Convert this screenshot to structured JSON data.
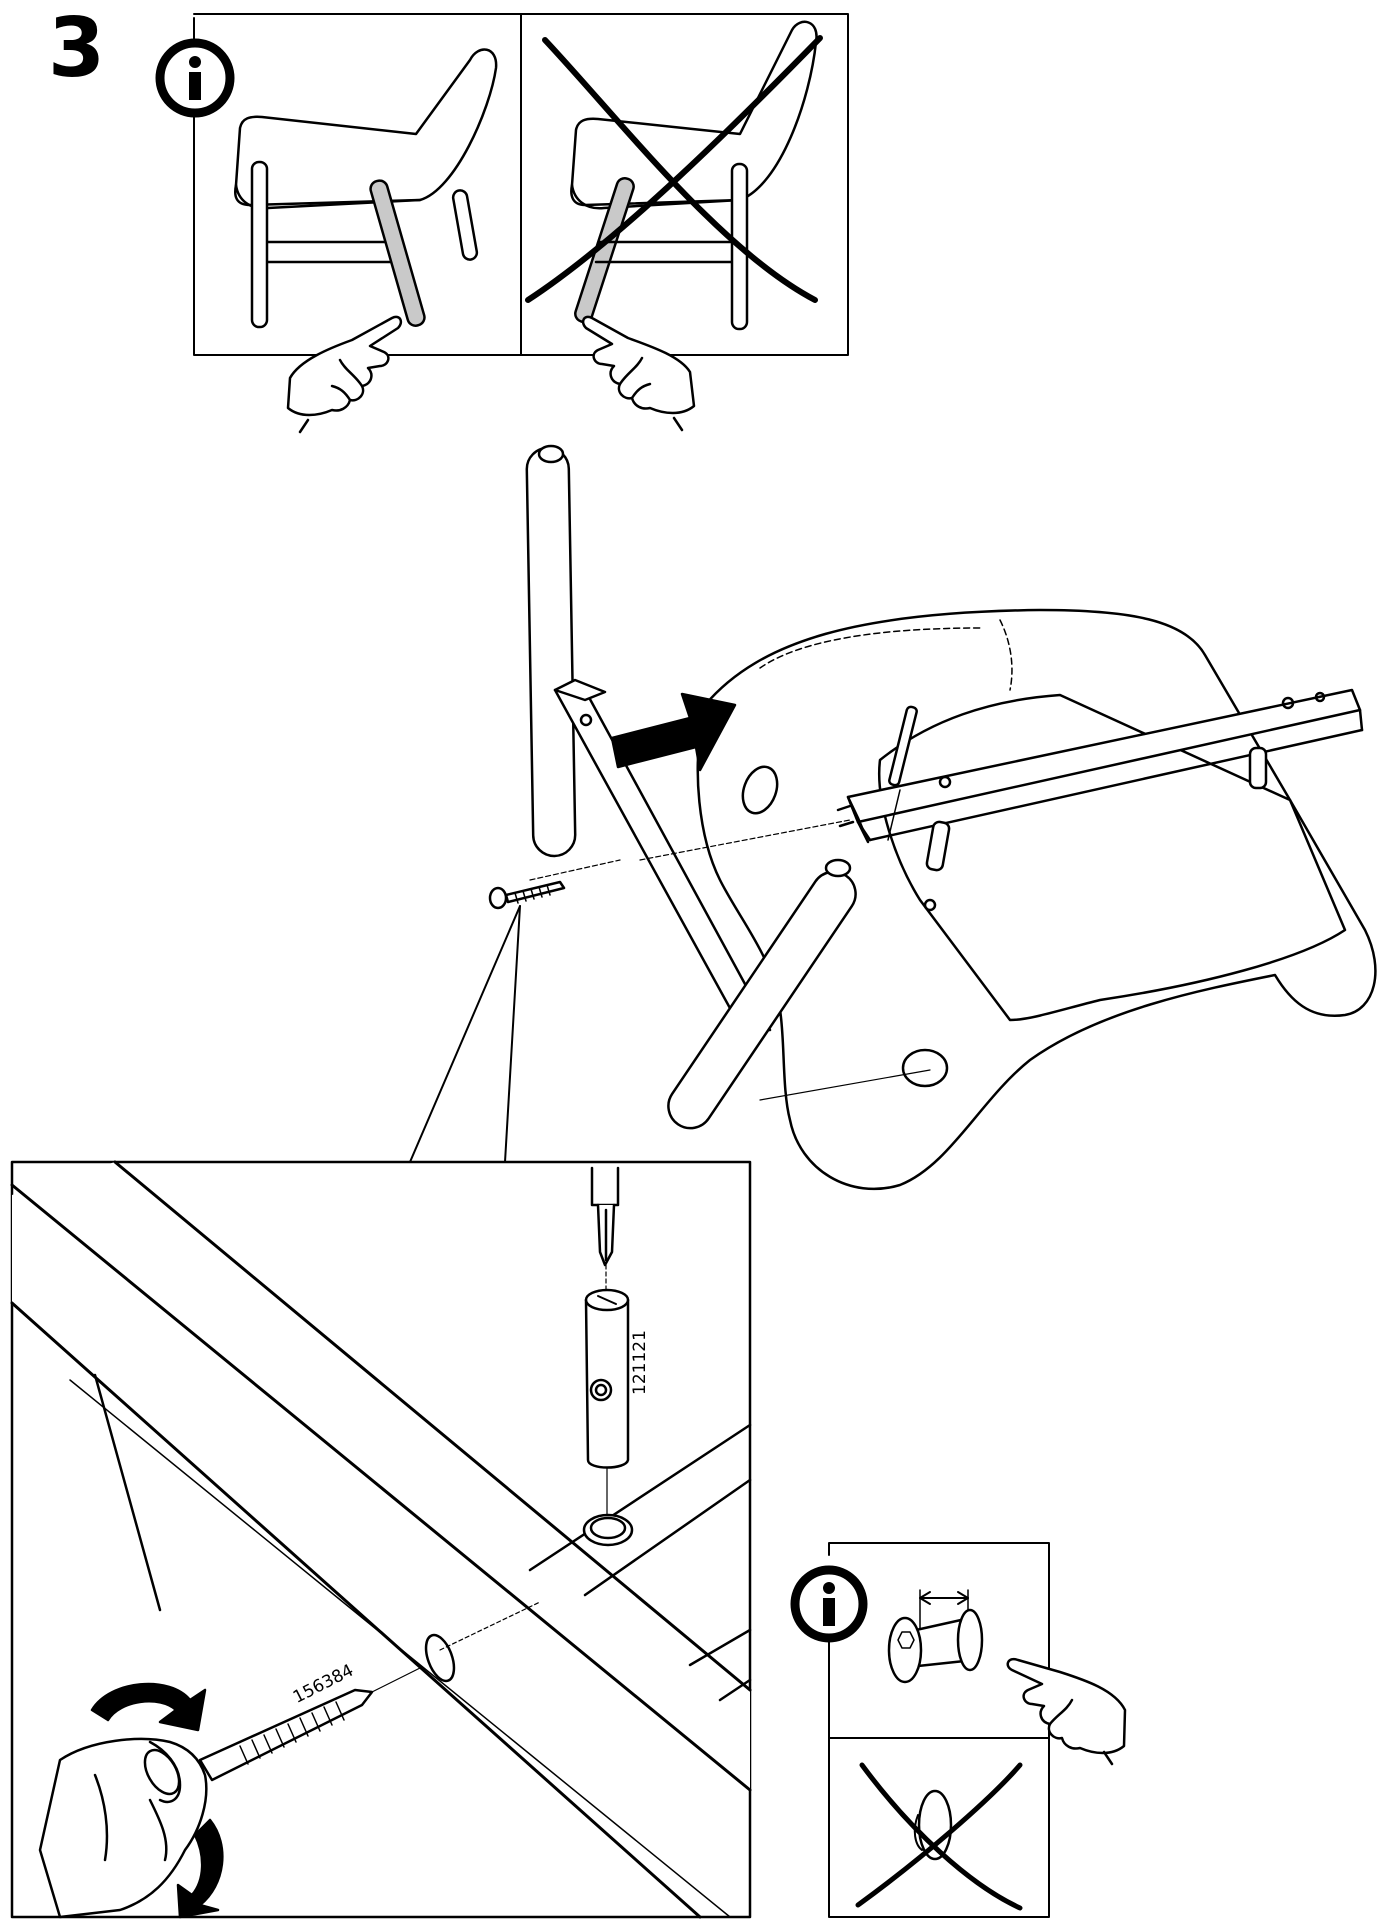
{
  "step": {
    "number": "3"
  },
  "part_numbers": {
    "connector_bolt": "121121",
    "screw": "156384"
  },
  "icons": [
    "info-icon",
    "pointing-hand-icon",
    "cross-out-mark",
    "curved-arrow-icon",
    "push-arrow-icon"
  ],
  "colors": {
    "ink": "#000000",
    "paper": "#ffffff",
    "highlight_leg": "#c9c9c9",
    "panel_fill": "#ffffff"
  }
}
